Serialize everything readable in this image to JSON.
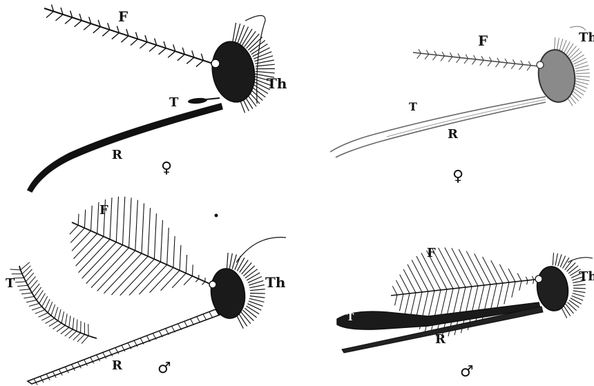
{
  "figure": {
    "panels": [
      {
        "id": "female-a",
        "labels": {
          "antenna": "F",
          "thorax": "Th",
          "palp": "T",
          "proboscis": "R"
        },
        "sex_symbol": "♀"
      },
      {
        "id": "female-b",
        "labels": {
          "antenna": "F",
          "thorax": "Th",
          "palp": "T",
          "proboscis": "R"
        },
        "sex_symbol": "♀"
      },
      {
        "id": "male-a",
        "labels": {
          "antenna": "F",
          "thorax": "Th",
          "palp": "T",
          "proboscis": "R"
        },
        "sex_symbol": "♂"
      },
      {
        "id": "male-b",
        "labels": {
          "antenna": "F",
          "thorax": "Th",
          "palp": "T",
          "proboscis": "R"
        },
        "sex_symbol": "♂"
      }
    ]
  }
}
